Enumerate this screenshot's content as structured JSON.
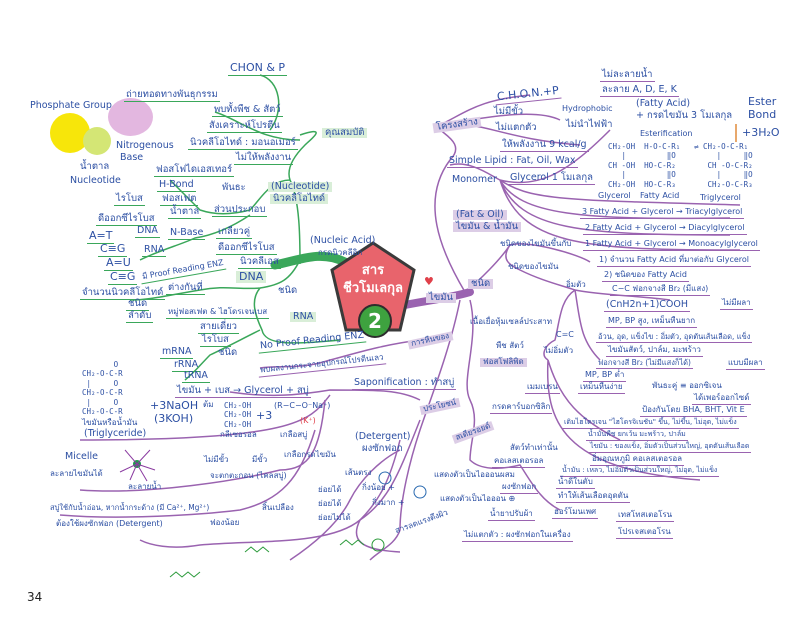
{
  "center": {
    "line1": "สาร",
    "line2": "ชีวโมเลกุล",
    "number": "2",
    "heart": "♥"
  },
  "page_number": "34",
  "nucleic": {
    "root": "(Nucleic Acid)",
    "root_th": "กรดนิวคลีอิก",
    "props_head": "คุณสมบัติ",
    "props": [
      "CHON & P",
      "ถ่ายทอดทางพันธุกรรม",
      "พบทั้งพืช & สัตว์",
      "สังเคราะห์โปรตีน",
      "นิวคลีโอไทด์ : มอนอเมอร์",
      "ไม่ให้พลังงาน"
    ],
    "diagram": {
      "phosphate": "Phosphate Group",
      "base": "Nitrogenous",
      "base2": "Base",
      "sugar": "น้ำตาล",
      "nucleotide": "Nucleotide"
    },
    "nucleotide_head": "(Nucleotide)",
    "nucleotide_th": "นิวคลีโอไทด์",
    "bond": "พันธะ",
    "bonds": [
      "ฟอสโฟไดเอสเทอร์",
      "H-Bond"
    ],
    "parts": "ส่วนประกอบ",
    "phosphate": "ฟอสเฟต",
    "sugar": "น้ำตาล",
    "ribose": "ไรโบส",
    "deoxyribose": "ดีออกซีไรโบส",
    "nbase": "N-Base",
    "dna": "DNA",
    "rna": "RNA",
    "pairs": [
      "A=T",
      "C≡G",
      "A=U",
      "C≡G"
    ],
    "types": "ชนิด",
    "dna_head": "DNA",
    "dna_props": [
      "เกลียวคู่",
      "ดีออกซีไรโบส",
      "นิวคลีเอส"
    ],
    "proof": "มี Proof Reading ENZ",
    "differ": "ต่างกันที่",
    "differ_items": [
      "จำนวนนิวคลีโอไทด์",
      "ชนิด",
      "ลำดับ"
    ],
    "rna_head": "RNA",
    "rna_props": [
      "หมู่ฟอสเฟต & ไฮโดรเจนเบส",
      "สายเดี่ยว",
      "ไรโบส"
    ],
    "no_proof": "No Proof Reading ENZ",
    "rna_types": "ชนิด",
    "rna_kinds": [
      "mRNA",
      "rRNA",
      "tRNA"
    ]
  },
  "lipid": {
    "root": "ไขมัน",
    "types": "ชนิด",
    "structure": "โครงสร้าง",
    "struct_items": [
      "C.H.O.N.+P",
      "ไม่มีขั้ว",
      "Hydrophobic",
      "ไม่ละลายน้ำ",
      "ละลาย A, D, E, K",
      "ไม่นำไฟฟ้า",
      "ไม่แตกตัว",
      "ให้พลังงาน 9 kcal/g"
    ],
    "simple": "Simple Lipid : Fat, Oil, Wax",
    "monomer": "Monomer",
    "glycerol1": "Glycerol 1 โมเลกุล",
    "fa_head": "(Fatty Acid)",
    "fa3": "+ กรดไขมัน 3 โมเลกุล",
    "ester": "Ester",
    "bond": "Bond",
    "esterification": "Esterification",
    "water": "+3H₂O",
    "formula_labels": [
      "Glycerol",
      "Fatty Acid",
      "Triglycerol"
    ],
    "acyl": [
      "3 Fatty Acid + Glycerol → Triacylglycerol",
      "2 Fatty Acid + Glycerol → Diacylglycerol",
      "1 Fatty Acid + Glycerol → Monoacylglycerol"
    ],
    "fatoil": "(Fat & Oil)",
    "fatoil_th": "ไขมัน & น้ำมัน",
    "depends": "ชนิดของไขมันขึ้นกับ",
    "depends_items": [
      "1) จำนวน Fatty Acid ที่มาต่อกับ Glycerol",
      "2) ชนิดของ Fatty Acid"
    ],
    "kinds": "ชนิดของไขมัน",
    "saturated": "อิ่มตัว",
    "sat_items": [
      "C−C  ฟอกจางสี Br₂ (มีแสง)",
      "ไม่มีผลา",
      "(CnH2n+1)COOH",
      "MP, BP สูง, เหม็นหืนยาก",
      "อ้วน, อุด, แข็งไข : อิ่มตัว, อุดตันเส้นเลือด, แข็ง",
      "ไขมันสัตว์, ปาล์ม, มะพร้าว"
    ],
    "unsat_bond": "C=C",
    "unsaturated": "ไม่อิ่มตัว",
    "unsat_items": [
      "ฟอกจางสี Br₂ (ไม่มีแสงก็ได้)",
      "แบบมีผลา",
      "MP, BP ต่ำ",
      "เหม็นหืนง่าย",
      "พันธะคู่ ≡ ออกซิเจน",
      "ได้เพอร์ออกไซด์",
      "ป้องกันโดย BHA, BHT, Vit E",
      "เติมไฮโดรเจน \"ไฮโดรจิเนชัน\" ขึ้น, ไม่ขึ้น, ไม่อุด, ไม่แข็ง",
      "น้ำมันพืช ยกเว้น มะพร้าว, ปาล์ม",
      "ไขมัน : ของแข็ง, อิ่มตัวเป็นส่วนใหญ่, อุดตันเส้นเลือด",
      "อิ่มอุณหภูมิ คอเลสเตอรอล",
      "น้ำมัน : เหลว, ไม่อิ่มตัวเป็นส่วนใหญ่, ไม่อุด, ไม่แข็ง"
    ],
    "phospho": [
      "เนื้อเยื่อหุ้มเซลล์ประสาท",
      "พืช  สัตว์",
      "ฟอสโฟลิพิด",
      "เมมเบรน"
    ],
    "steroid": "สเตียรอยด์",
    "steroid_items": [
      "กรดคาร์บอกซิลิก",
      "สัตว์ทำเท่านั้น",
      "คอเลสเตอรอล",
      "น้ำดีในตับ",
      "ทำให้เส้นเลือดอุดตัน",
      "ฮอร์โมนเพศ",
      "เทสโทสเตอโรน",
      "โปรเจสเตอโรน"
    ],
    "surfactant": "สารลดแรงตึงผิว",
    "surf_items": [
      "แสดงตัวเป็นไอออนผสม",
      "ผงซักฟอก",
      "แสดงตัวเป็นไอออน ⊕",
      "น้ำยาปรับผ้า",
      "ไม่แตกตัว : ผงซักฟอกในเครื่อง"
    ],
    "rancid": "การหืนของ",
    "rancid_desc": "พบผลงานกระจายอุปกรณ์โปรตีนเลว",
    "uses": "ประโยชน์",
    "sapon": "Saponification : ทำสบู่",
    "sapon_eq": "ไขมัน + เบส → Glycerol + สบู่",
    "naoh": "+3NaOH",
    "koh": "(3KOH)",
    "boil": "ต้ม",
    "plus3": "+3",
    "salt": "(R−C−O⁻Na⁺)",
    "k": "(K⁺)",
    "trig_th": "ไขมันหรือน้ำมัน",
    "trig": "(Triglyceride)",
    "glycerol_th": "กลีเซอรอล",
    "soap_salt": "เกลือสบู่",
    "micelle": "Micelle",
    "micelle_desc": "ละลายไขมันได้",
    "nonpolar": "ไม่มีขั้ว",
    "polar": "มีขั้ว",
    "fa_salt": "เกลือกรดไขมัน",
    "water_sol": "ละลายน้ำ",
    "precip": "จะตกตะกอน (ไคลสบู่)",
    "hard": "สบู่ใช้กับน้ำอ่อน, หากน้ำกระด้าง (มี Ca²⁺, Mg²⁺)",
    "waste": "สิ้นเปลือง",
    "less_foam": "ฟองน้อย",
    "need_det": "ต้องใช้ผงซักฟอก (Detergent)",
    "det": "(Detergent)",
    "det_th": "ผงซักฟอก",
    "det_items": [
      "เส้นตรง",
      "กิ่งน้อย +",
      "ย่อยได้",
      "ย่อยได้",
      "ย่อยไม่ได้",
      "กิ่งมาก +"
    ]
  },
  "colors": {
    "green": "#3aa75a",
    "purple": "#9a63b0",
    "text": "#2c4fa3",
    "center": "#e8646c",
    "badge": "#3ea23f"
  }
}
